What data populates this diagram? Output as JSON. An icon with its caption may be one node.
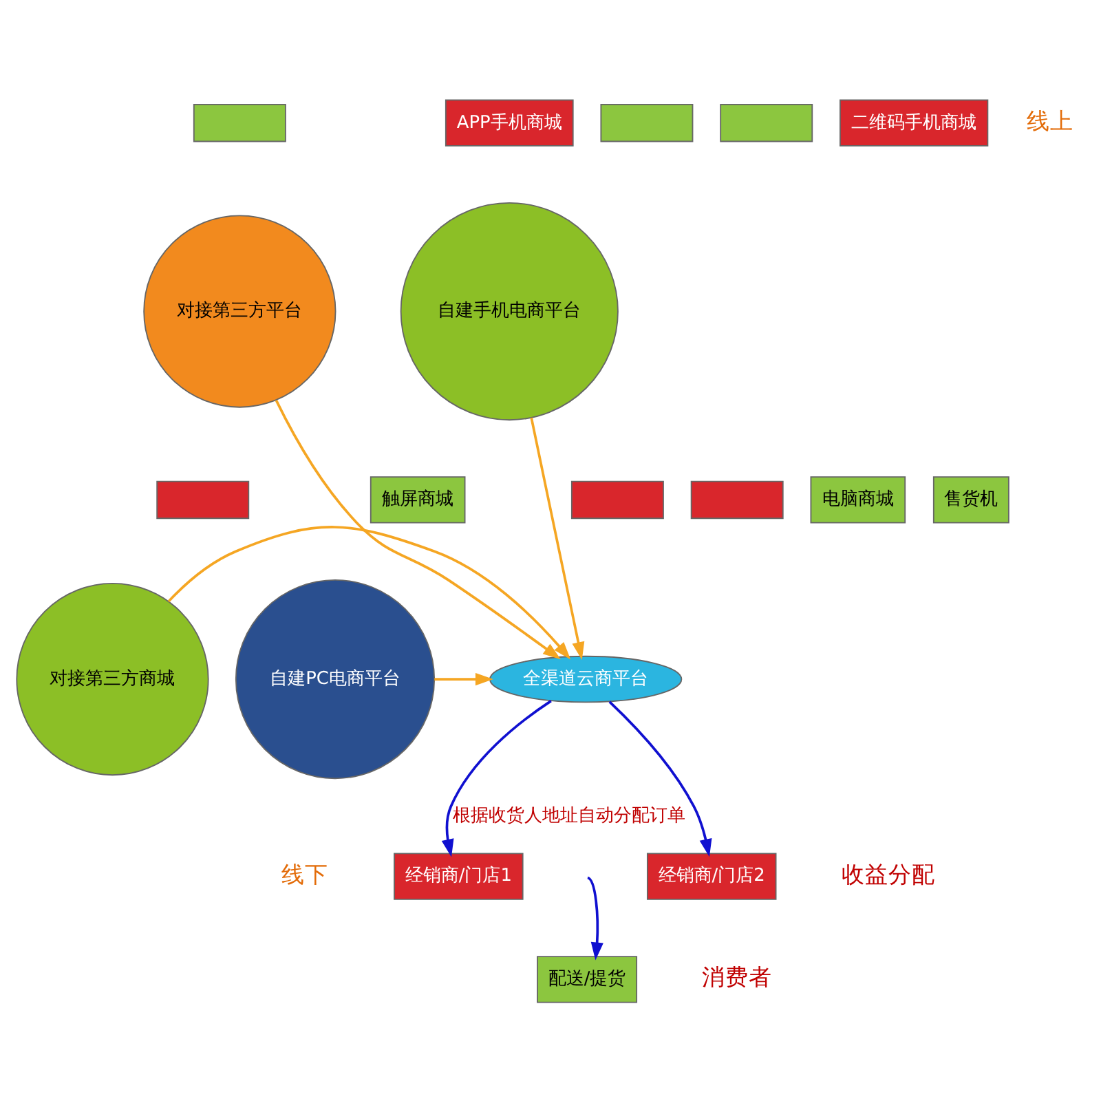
{
  "diagram": {
    "nodes": [
      {
        "text": [
          "对接第三方平台"
        ]
      },
      {
        "text": [],
        "shape": "box"
      },
      {
        "text": [],
        "shape": "box"
      },
      {
        "text": [],
        "shape": "box"
      },
      {
        "text": [
          "自建手机电商平台"
        ]
      },
      {
        "text": [
          "二维码手机商城"
        ]
      },
      {
        "text": [
          "APP手机商城"
        ]
      },
      {
        "text": [
          "对接第三方商城"
        ]
      },
      {
        "text": [],
        "shape": "box"
      },
      {
        "text": [],
        "shape": "box"
      },
      {
        "text": [],
        "shape": "box"
      },
      {
        "text": [
          "全渠道云商平台"
        ]
      },
      {
        "text": [
          "自建PC电商平台"
        ]
      },
      {
        "text": [
          "电脑商城"
        ]
      },
      {
        "text": [
          "触屏商城"
        ]
      },
      {
        "text": [
          "售货机"
        ]
      },
      {
        "text": [
          "经销商/门店1"
        ]
      },
      {
        "text": [
          "经销商/门店2"
        ]
      },
      {
        "text": [
          "配送/提货"
        ]
      }
    ],
    "edges": [
      {
        "from": 0,
        "to": 11,
        "arrow": "to"
      },
      {
        "from": 4,
        "to": 11,
        "arrow": "to"
      },
      {
        "from": 7,
        "to": 11,
        "arrow": "to"
      },
      {
        "from": 12,
        "to": 11,
        "arrow": "to"
      },
      {
        "from": 11,
        "to": 16,
        "arrow": "to",
        "label": "根据收货人地址自动分配订单",
        "color": "#1010d0"
      },
      {
        "from": 11,
        "to": 17,
        "arrow": "to",
        "color": "#1010d0"
      },
      {
        "from": null,
        "to": 18,
        "arrow": "to",
        "color": "#1010d0"
      }
    ],
    "labels": [
      "线上",
      "线下",
      "收益分配",
      "消费者"
    ]
  }
}
